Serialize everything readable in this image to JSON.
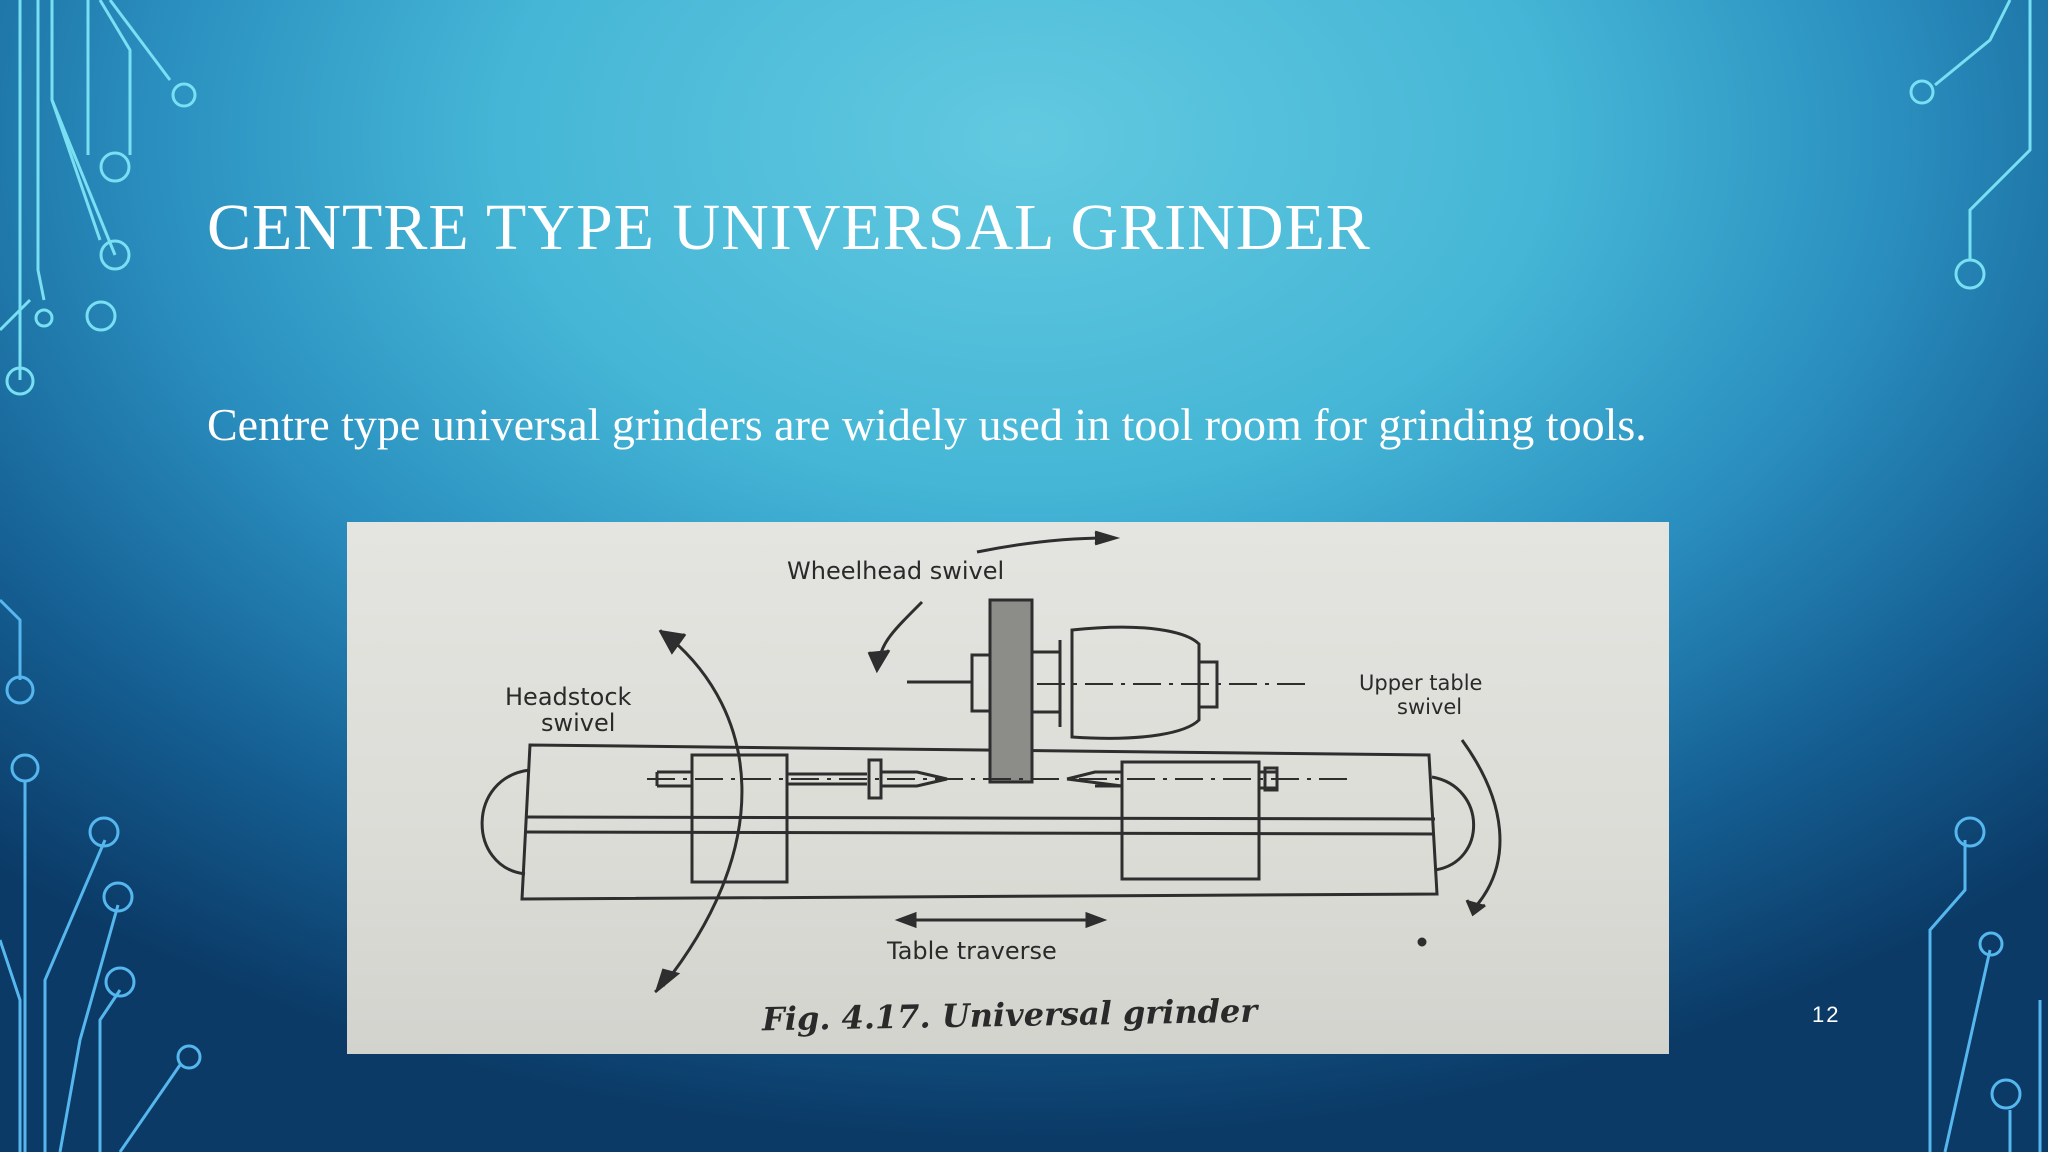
{
  "slide": {
    "title": "CENTRE TYPE UNIVERSAL GRINDER",
    "body": "Centre type universal grinders are widely used in tool room for grinding tools.",
    "slide_number": "12"
  },
  "figure": {
    "labels": {
      "wheelhead_swivel": "Wheelhead swivel",
      "headstock_swivel_line1": "Headstock",
      "headstock_swivel_line2": "swivel",
      "upper_table_swivel_line1": "Upper table",
      "upper_table_swivel_line2": "swivel",
      "table_traverse": "Table traverse"
    },
    "caption": "Fig. 4.17. Universal grinder"
  },
  "colors": {
    "text": "#ffffff",
    "circuit_light": "#7fe3f5",
    "circuit_dark": "#4aa8e6",
    "drawing_ink": "#2a2a2a"
  }
}
